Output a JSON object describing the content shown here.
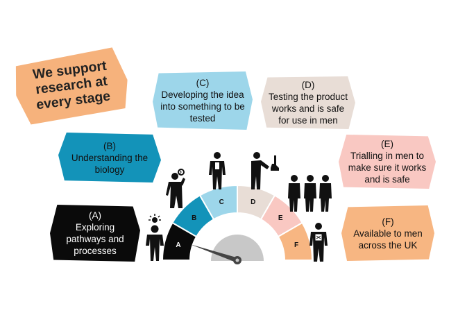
{
  "headline": "We support\nresearch at\nevery stage",
  "stages": [
    {
      "id": "A",
      "title": "(A)",
      "text": "Exploring\npathways and\nprocesses",
      "color": "#0a0a0a"
    },
    {
      "id": "B",
      "title": "(B)",
      "text": "Understanding the\nbiology",
      "color": "#1393b9"
    },
    {
      "id": "C",
      "title": "(C)",
      "text": "Developing the idea\ninto something to be\ntested",
      "color": "#9dd6ea"
    },
    {
      "id": "D",
      "title": "(D)",
      "text": "Testing the product\nworks and is safe\nfor use in men",
      "color": "#e8ddd6"
    },
    {
      "id": "E",
      "title": "(E)",
      "text": "Trialling in men to\nmake sure it works\nand is safe",
      "color": "#f9c8c2"
    },
    {
      "id": "F",
      "title": "(F)",
      "text": "Available to men\nacross the UK",
      "color": "#f7b682"
    }
  ],
  "gauge": {
    "segment_labels": [
      "A",
      "B",
      "C",
      "D",
      "E",
      "F"
    ],
    "needle_stage": "A"
  },
  "icons": [
    "lightbulb-person-icon",
    "scientist-dna-icon",
    "researcher-icon",
    "microscope-person-icon",
    "group-of-men-icon",
    "man-with-product-icon"
  ]
}
